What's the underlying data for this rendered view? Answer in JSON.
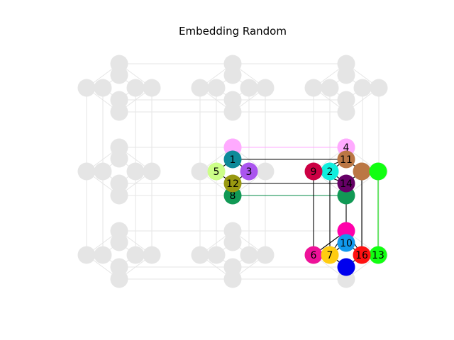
{
  "title": "Embedding Random",
  "colors": {
    "background_node": "#e5e5e5",
    "background_edge": "#e5e5e5",
    "edge": "#000000",
    "edge_pink": "#ffaaff",
    "edge_green": "#008844",
    "edge_lime": "#00dd00"
  },
  "nodes": [
    {
      "label": "1",
      "color": "#0e8a99"
    },
    {
      "label": "2",
      "color": "#11eedd"
    },
    {
      "label": "3",
      "color": "#aa55ee"
    },
    {
      "label": "4",
      "color": "#ffaaff"
    },
    {
      "label": "5",
      "color": "#ccff88"
    },
    {
      "label": "6",
      "color": "#ee1199"
    },
    {
      "label": "7",
      "color": "#ffcc11"
    },
    {
      "label": "8",
      "color": "#119955"
    },
    {
      "label": "9",
      "color": "#cc0044"
    },
    {
      "label": "10",
      "color": "#1199ee"
    },
    {
      "label": "11",
      "color": "#bb7744"
    },
    {
      "label": "12",
      "color": "#999911"
    },
    {
      "label": "13",
      "color": "#11ff11"
    },
    {
      "label": "14",
      "color": "#660066"
    },
    {
      "label": "16",
      "color": "#ff1111"
    }
  ],
  "unlabeled_nodes": [
    {
      "color": "#ffaaff"
    },
    {
      "color": "#bb7744"
    },
    {
      "color": "#11ff11"
    },
    {
      "color": "#119955"
    },
    {
      "color": "#ff00aa"
    },
    {
      "color": "#0000ee"
    }
  ]
}
